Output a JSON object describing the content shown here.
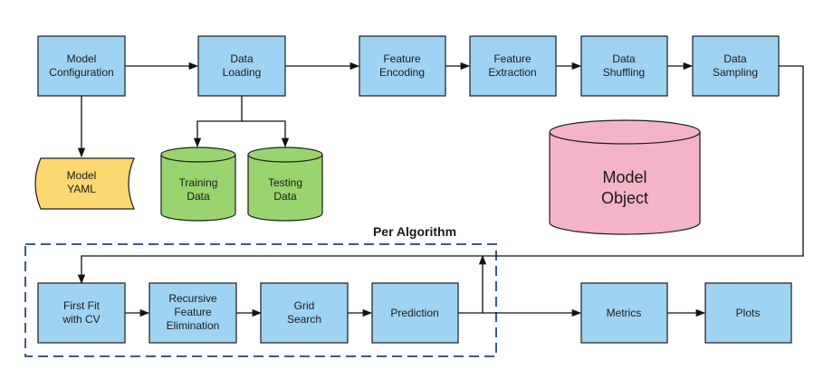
{
  "nodes": {
    "model_config": [
      "Model",
      "Configuration"
    ],
    "data_loading": [
      "Data",
      "Loading"
    ],
    "feature_encoding": [
      "Feature",
      "Encoding"
    ],
    "feature_extraction": [
      "Feature",
      "Extraction"
    ],
    "data_shuffling": [
      "Data",
      "Shuffling"
    ],
    "data_sampling": [
      "Data",
      "Sampling"
    ],
    "model_yaml": [
      "Model",
      "YAML"
    ],
    "training_data": [
      "Training",
      "Data"
    ],
    "testing_data": [
      "Testing",
      "Data"
    ],
    "model_object": [
      "Model",
      "Object"
    ],
    "first_fit": [
      "First Fit",
      "with CV"
    ],
    "rfe": [
      "Recursive",
      "Feature",
      "Elimination"
    ],
    "grid_search": [
      "Grid",
      "Search"
    ],
    "prediction": [
      "Prediction"
    ],
    "metrics": [
      "Metrics"
    ],
    "plots": [
      "Plots"
    ]
  },
  "group_label": "Per Algorithm",
  "colors": {
    "process_box": "#9fd3f3",
    "yaml_file": "#fbd870",
    "data_cylinder": "#99d46e",
    "model_object": "#f4b3c6",
    "group_border": "#3b5c86",
    "line": "#111111"
  }
}
